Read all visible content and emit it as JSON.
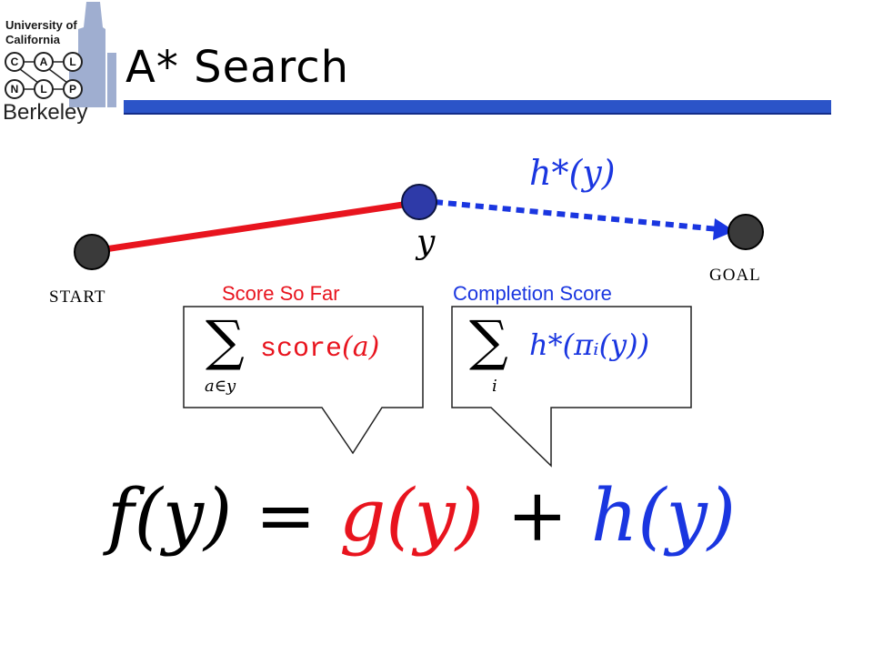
{
  "logo": {
    "line1": "University of",
    "line2": "California",
    "nodes": [
      "C",
      "A",
      "L",
      "N",
      "L",
      "P"
    ],
    "berkeley": "Berkeley"
  },
  "title": "A* Search",
  "diagram": {
    "start_label": "START",
    "goal_label": "GOAL",
    "mid_label": "y",
    "heuristic_label": "h*(y)"
  },
  "callouts": {
    "score_so_far": {
      "heading": "Score So Far",
      "sum_sub": "a∈y",
      "term_fn": "score",
      "term_arg": "(a)"
    },
    "completion_score": {
      "heading": "Completion Score",
      "sum_sub": "i",
      "term": "h*(πᵢ(y))"
    }
  },
  "formula": {
    "lhs": "f(y)",
    "eq": "=",
    "g": "g(y)",
    "plus": "+",
    "h": "h(y)"
  },
  "colors": {
    "accent_blue": "#2b54c8",
    "red": "#e8141e",
    "blue": "#1a36e0",
    "node_mid": "#2e3aa8"
  }
}
